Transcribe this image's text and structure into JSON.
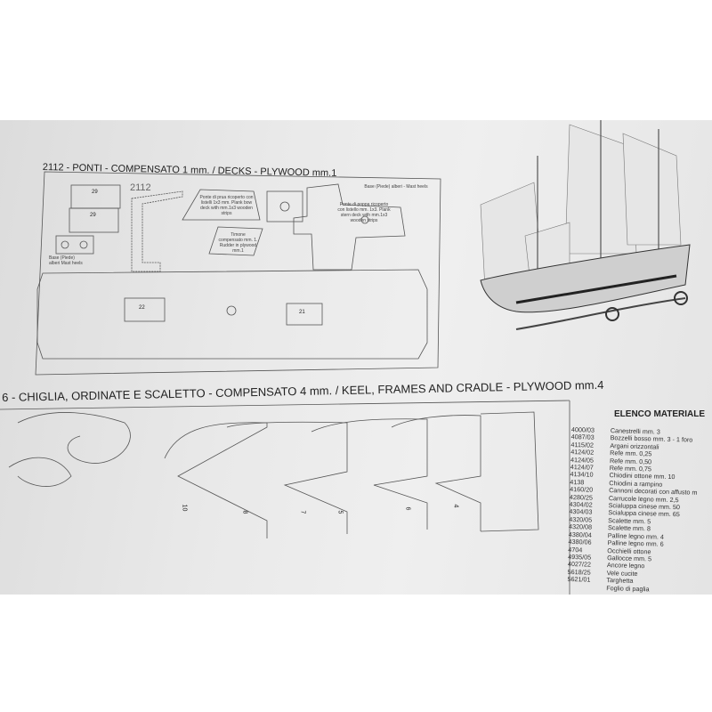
{
  "decks": {
    "title": "2112 - PONTI - COMPENSATO 1 mm. / DECKS - PLYWOOD mm.1",
    "sheet_number": "2112",
    "part_labels": [
      "29",
      "29",
      "22",
      "21"
    ],
    "notes": {
      "bow_deck": "Ponte di prua ricoperto con listelli 1x3 mm. Plank bow deck with mm.1x3 wooden strips",
      "rudder": "Timone compensato mm. 1. Rudder in plywood mm.1",
      "stern_deck": "Ponte di poppa ricoperto con listello mm. 1x3. Plank stern deck with mm.1x3 wooden strips",
      "mast_heels_top": "Base (Piede) alberi - Mast heels",
      "mast_heels_left": "Base (Piede) alberi Mast heels"
    }
  },
  "keel": {
    "title": "6 - CHIGLIA, ORDINATE E SCALETTO - COMPENSATO 4 mm. / KEEL, FRAMES AND CRADLE - PLYWOOD mm.4",
    "frame_numbers": [
      "10",
      "8",
      "7",
      "5",
      "6",
      "4"
    ]
  },
  "materials": {
    "title": "ELENCO MATERIALE",
    "items": [
      {
        "code": "4000/03",
        "desc": "Canestrelli mm. 3"
      },
      {
        "code": "4087/03",
        "desc": "Bozzelli bosso mm. 3 - 1 foro"
      },
      {
        "code": "4115/02",
        "desc": "Argani orizzontali"
      },
      {
        "code": "4124/02",
        "desc": "Refe mm. 0,25"
      },
      {
        "code": "4124/05",
        "desc": "Refe mm. 0,50"
      },
      {
        "code": "4124/07",
        "desc": "Refe mm. 0,75"
      },
      {
        "code": "4134/10",
        "desc": "Chiodini ottone mm. 10"
      },
      {
        "code": "4138",
        "desc": "Chiodini a rampino"
      },
      {
        "code": "4160/20",
        "desc": "Cannoni decorati con affusto m"
      },
      {
        "code": "4280/25",
        "desc": "Carrucole legno mm. 2,5"
      },
      {
        "code": "4304/02",
        "desc": "Scialuppa cinese mm. 50"
      },
      {
        "code": "4304/03",
        "desc": "Scialuppa cinese mm. 65"
      },
      {
        "code": "4320/05",
        "desc": "Scalette mm. 5"
      },
      {
        "code": "4320/08",
        "desc": "Scalette mm. 8"
      },
      {
        "code": "4380/04",
        "desc": "Palline legno mm. 4"
      },
      {
        "code": "4380/06",
        "desc": "Palline legno mm. 6"
      },
      {
        "code": "4704",
        "desc": "Occhielli ottone"
      },
      {
        "code": "4935/05",
        "desc": "Gallocce mm. 5"
      },
      {
        "code": "4027/22",
        "desc": "Ancore legno"
      },
      {
        "code": "5618/25",
        "desc": "Vele cucite"
      },
      {
        "code": "5621/01",
        "desc": "Targhetta"
      },
      {
        "code": "",
        "desc": "Foglio di paglia"
      }
    ]
  }
}
